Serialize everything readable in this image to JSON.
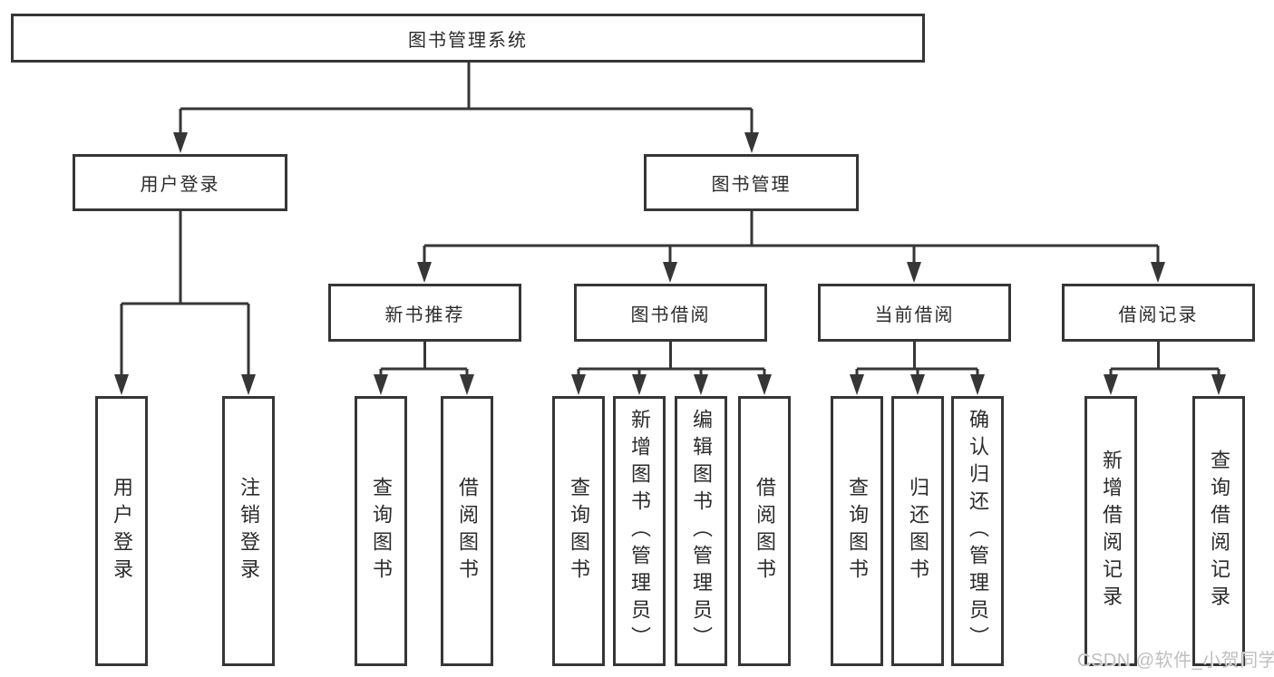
{
  "tree": {
    "root": "图书管理系统",
    "level2": [
      "用户登录",
      "图书管理"
    ],
    "level3": [
      "新书推荐",
      "图书借阅",
      "当前借阅",
      "借阅记录"
    ],
    "leaves": {
      "user_login": [
        "用户登录",
        "注销登录"
      ],
      "new_book": [
        "查询图书",
        "借阅图书"
      ],
      "book_borrow": [
        "查询图书",
        "新增图书（管理员）",
        "编辑图书（管理员）",
        "借阅图书"
      ],
      "current_borrow": [
        "查询图书",
        "归还图书",
        "确认归还（管理员）"
      ],
      "borrow_record": [
        "新增借阅记录",
        "查询借阅记录"
      ]
    }
  },
  "watermark": "CSDN @软件_小贺同学",
  "colors": {
    "line": "#363636",
    "box_border": "#363636",
    "text": "#2b2b2b",
    "watermark": "#bfbfbf",
    "background": "#ffffff"
  }
}
